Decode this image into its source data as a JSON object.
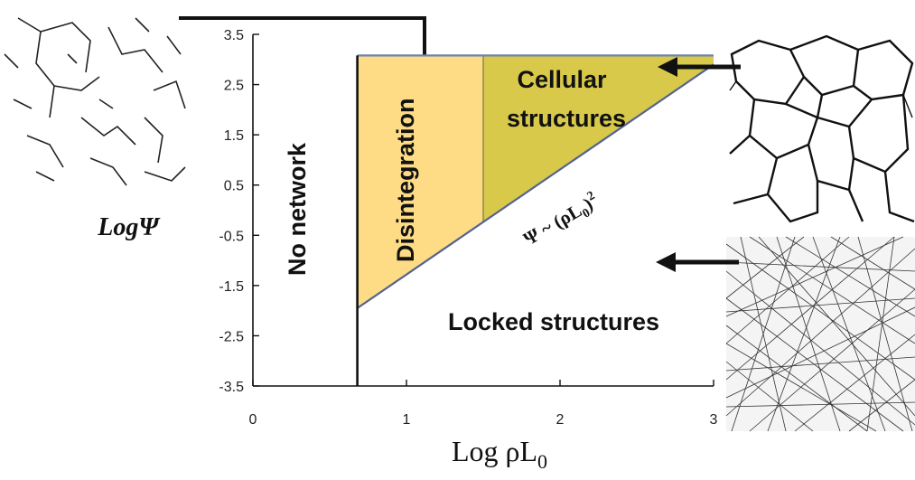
{
  "chart_data": {
    "type": "area",
    "xlabel": "Log ρL₀",
    "ylabel": "LogΨ",
    "xlim": [
      0,
      3
    ],
    "ylim": [
      -3.5,
      3.5
    ],
    "x_ticks": [
      "0",
      "1",
      "2",
      "3"
    ],
    "y_ticks": [
      "3.5",
      "2.5",
      "1.5",
      "0.5",
      "-0.5",
      "-1.5",
      "-2.5",
      "-3.5"
    ],
    "boundaries": {
      "vertical_line_x": 0.68,
      "top_y": 3.08,
      "disintegration_cellular_split_x": 1.5,
      "scaling_line": {
        "label": "Ψ ~ (ρL₀)²",
        "x": [
          0.68,
          3.0
        ],
        "y": [
          -1.95,
          2.9
        ]
      }
    },
    "regions": [
      {
        "name": "No network",
        "color": "#ffffff"
      },
      {
        "name": "Disintegration",
        "color": "#fddc85"
      },
      {
        "name": "Cellular structures",
        "color": "#d8c94a"
      },
      {
        "name": "Locked structures",
        "color": "#ffffff"
      }
    ]
  },
  "labels": {
    "no_network": "No network",
    "disintegration": "Disintegration",
    "cellular_line1": "Cellular",
    "cellular_line2": "structures",
    "locked": "Locked structures",
    "scaling_prefix": "Ψ ~ (ρL",
    "scaling_sub": "0",
    "scaling_suffix": ")",
    "scaling_sup": "2",
    "xlabel_main": "Log ρL",
    "xlabel_sub": "0",
    "ylabel": "LogΨ"
  }
}
